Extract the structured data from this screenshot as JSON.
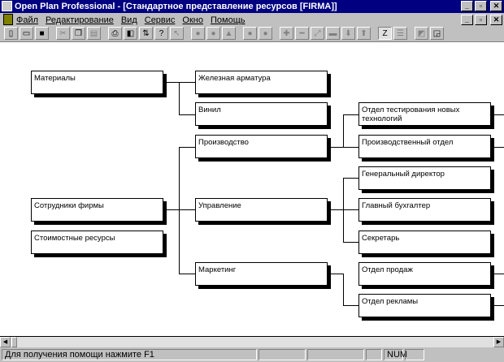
{
  "window": {
    "title": "Open Plan Professional - [Стандартное представление ресурсов [FIRMA]]"
  },
  "menu": [
    "Файл",
    "Редактирование",
    "Вид",
    "Сервис",
    "Окно",
    "Помощь"
  ],
  "toolbar_icons": [
    "new",
    "open",
    "save",
    "cut",
    "copy",
    "paste",
    "print",
    "print-preview",
    "import",
    "help",
    "context-help",
    "circle1",
    "circle2",
    "circle3",
    "circle4",
    "circle5",
    "plus",
    "minus",
    "link",
    "unlink",
    "down",
    "up",
    "zoom",
    "text",
    "expand",
    "collapse"
  ],
  "nodes": {
    "materials": "Материалы",
    "staff": "Сотрудники фирмы",
    "cost": "Стоимостные ресурсы",
    "iron": "Железная арматура",
    "vinyl": "Винил",
    "production": "Производство",
    "management": "Управление",
    "marketing": "Маркетинг",
    "testing": "Отдел тестирования новых технологий",
    "prod_dept": "Производственный отдел",
    "director": "Генеральный директор",
    "accountant": "Главный бухгалтер",
    "secretary": "Секретарь",
    "sales": "Отдел продаж",
    "ads": "Отдел рекламы"
  },
  "status": {
    "help": "Для получения помощи нажмите F1",
    "num": "NUM"
  }
}
